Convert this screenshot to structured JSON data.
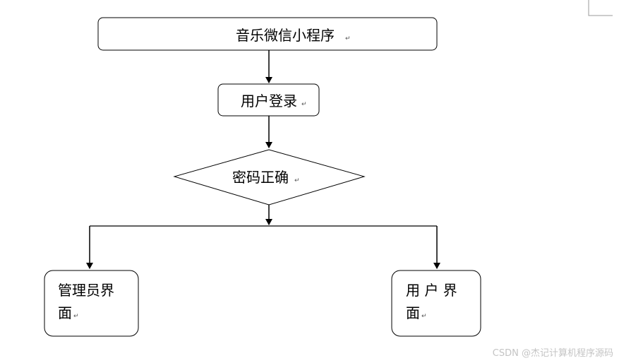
{
  "nodes": {
    "top": {
      "label": "音乐微信小程序"
    },
    "login": {
      "label": "用户登录"
    },
    "decision": {
      "label": "密码正确"
    },
    "admin": {
      "line1": "管理员界",
      "line2": "面"
    },
    "user": {
      "line1": "用 户 界",
      "line2": "面"
    }
  },
  "paragraph_mark": "↵",
  "watermark": "CSDN @杰记计算机程序源码",
  "colors": {
    "stroke": "#000000",
    "text": "#000000",
    "watermark": "#c4c4c4"
  }
}
